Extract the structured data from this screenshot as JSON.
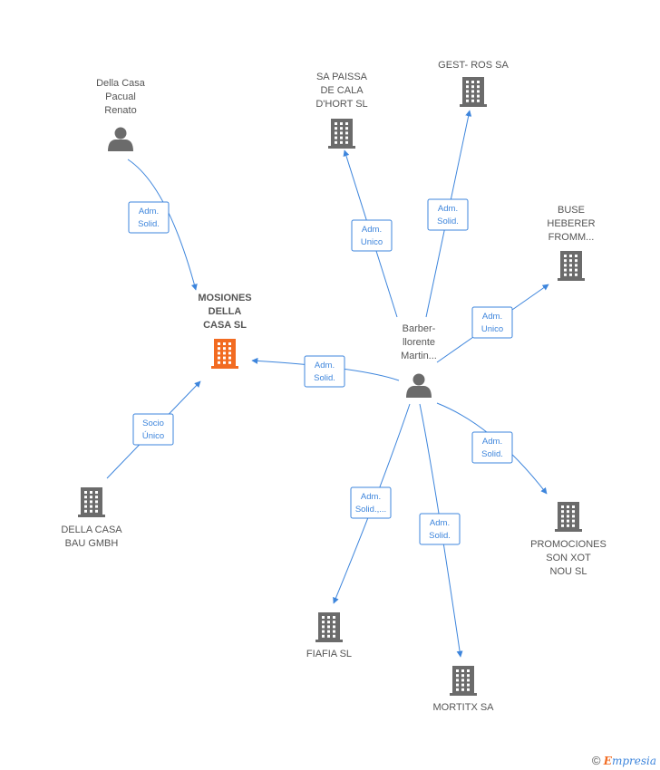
{
  "diagram": {
    "nodes": [
      {
        "id": "mosiones",
        "type": "company",
        "main": true,
        "label": [
          "MOSIONES",
          "DELLA",
          "CASA SL"
        ],
        "color": "#f26b21"
      },
      {
        "id": "della_casa_pacual",
        "type": "person",
        "label": [
          "Della Casa",
          "Pacual",
          "Renato"
        ]
      },
      {
        "id": "sa_paissa",
        "type": "company",
        "label": [
          "SA PAISSA",
          "DE CALA",
          "D'HORT SL"
        ]
      },
      {
        "id": "gest_ros",
        "type": "company",
        "label": [
          "GEST- ROS SA"
        ]
      },
      {
        "id": "buse",
        "type": "company",
        "label": [
          "BUSE",
          "HEBERER",
          "FROMM..."
        ]
      },
      {
        "id": "barber",
        "type": "person",
        "label": [
          "Barber-",
          "llorente",
          "Martin..."
        ]
      },
      {
        "id": "della_casa_bau",
        "type": "company",
        "label": [
          "DELLA CASA",
          "BAU GMBH"
        ]
      },
      {
        "id": "promociones",
        "type": "company",
        "label": [
          "PROMOCIONES",
          "SON XOT",
          "NOU SL"
        ]
      },
      {
        "id": "fiafia",
        "type": "company",
        "label": [
          "FIAFIA  SL"
        ]
      },
      {
        "id": "mortitx",
        "type": "company",
        "label": [
          "MORTITX SA"
        ]
      }
    ],
    "edges": [
      {
        "from": "della_casa_pacual",
        "to": "mosiones",
        "label": [
          "Adm.",
          "Solid."
        ]
      },
      {
        "from": "barber",
        "to": "sa_paissa",
        "label": [
          "Adm.",
          "Unico"
        ]
      },
      {
        "from": "barber",
        "to": "gest_ros",
        "label": [
          "Adm.",
          "Solid."
        ]
      },
      {
        "from": "barber",
        "to": "buse",
        "label": [
          "Adm.",
          "Unico"
        ]
      },
      {
        "from": "barber",
        "to": "mosiones",
        "label": [
          "Adm.",
          "Solid."
        ]
      },
      {
        "from": "della_casa_bau",
        "to": "mosiones",
        "label": [
          "Socio",
          "Único"
        ]
      },
      {
        "from": "barber",
        "to": "promociones",
        "label": [
          "Adm.",
          "Solid."
        ]
      },
      {
        "from": "barber",
        "to": "fiafia",
        "label": [
          "Adm.",
          "Solid.,..."
        ]
      },
      {
        "from": "barber",
        "to": "mortitx",
        "label": [
          "Adm.",
          "Solid."
        ]
      }
    ],
    "colors": {
      "edge": "#3d85dc",
      "icon": "#6b6b6b",
      "main_icon": "#f26b21"
    }
  },
  "footer": {
    "copyright_symbol": "©",
    "brand_initial": "E",
    "brand_rest": "mpresia"
  }
}
